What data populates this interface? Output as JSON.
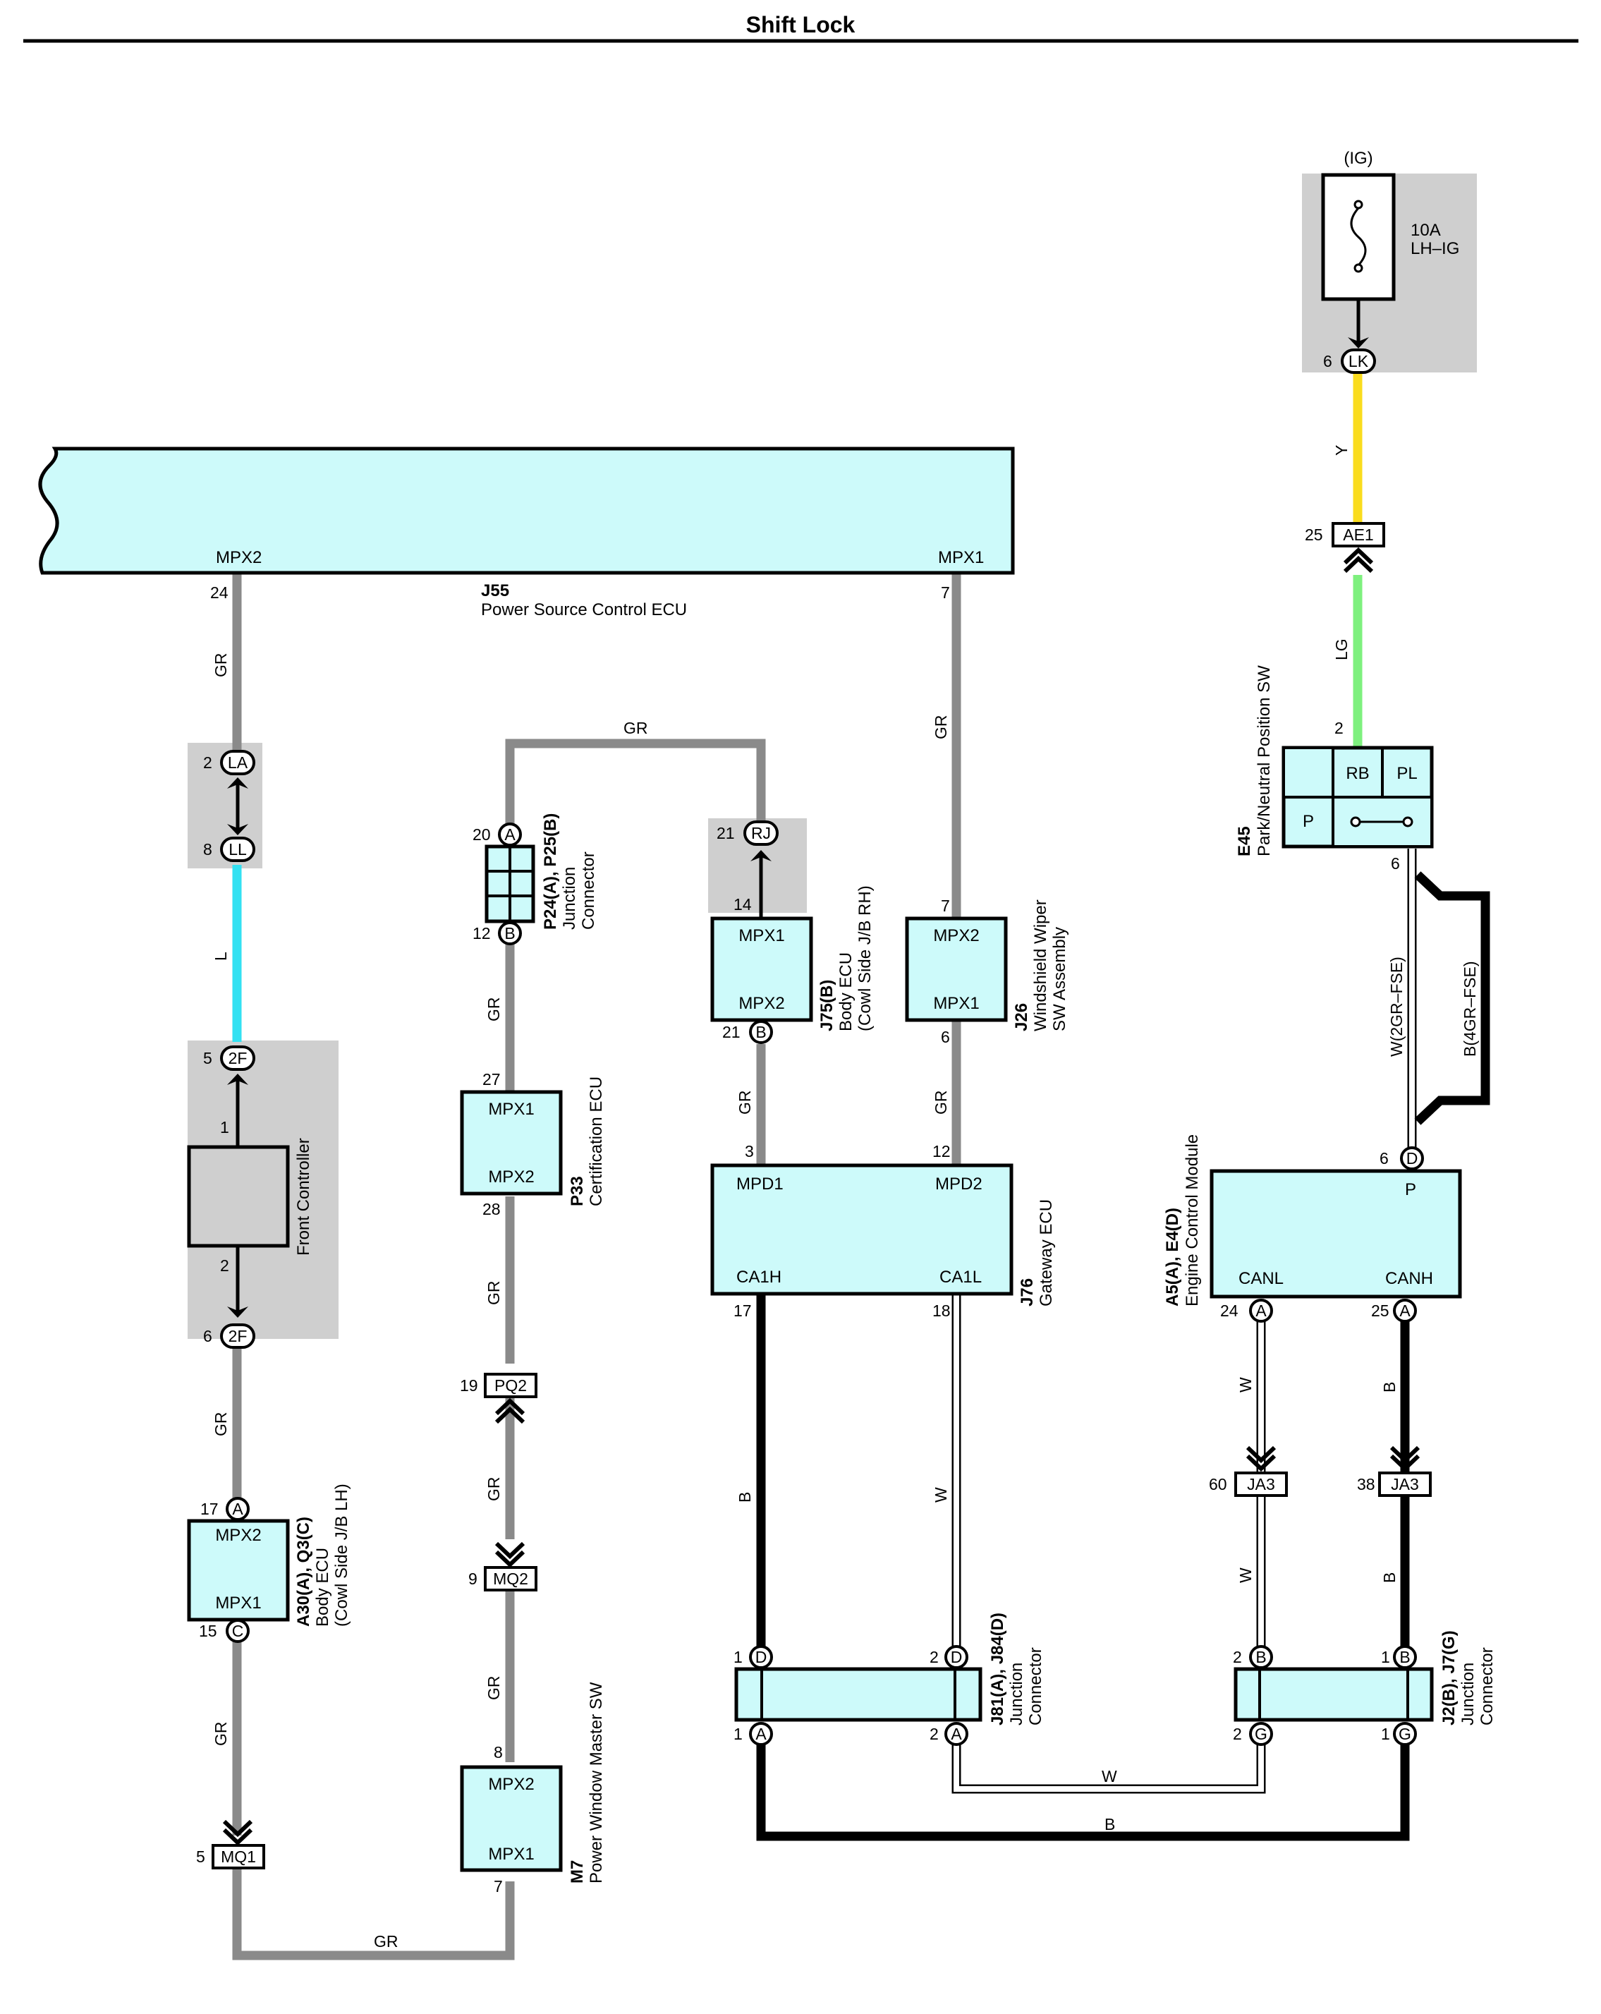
{
  "title": "Shift Lock",
  "colors": {
    "GR": "#8a8a8a",
    "L": "#33e1f2",
    "Y": "#fadc1e",
    "LG": "#7ef07e",
    "B": "#000000",
    "W": "#ffffff",
    "component_fill": "#cdfafa",
    "group_fill": "#cfcfcf"
  },
  "fuse": {
    "supply": "(IG)",
    "rating": "10A",
    "name": "LH–IG",
    "connector": "LK",
    "pin": "6"
  },
  "components": {
    "j55": {
      "id": "J55",
      "name": "Power Source Control ECU",
      "term_left": "MPX2",
      "pin_left": "24",
      "term_right": "MPX1",
      "pin_right": "7"
    },
    "front_controller": {
      "name": "Front Controller",
      "pin_top": "1",
      "pin_bottom": "2",
      "conn_top": "2F",
      "conn_top_pin": "5",
      "conn_bot": "2F",
      "conn_bot_pin": "6"
    },
    "a30": {
      "id": "A30(A), Q3(C)",
      "name1": "Body ECU",
      "name2": "(Cowl Side J/B LH)",
      "term_top": "MPX2",
      "term_bot": "MPX1",
      "pin_top": "17",
      "ring_top": "A",
      "pin_bot": "15",
      "ring_bot": "C"
    },
    "p24": {
      "id": "P24(A), P25(B)",
      "name1": "Junction",
      "name2": "Connector",
      "pin_top": "20",
      "ring_top": "A",
      "pin_bot": "12",
      "ring_bot": "B"
    },
    "p33": {
      "id": "P33",
      "name": "Certification ECU",
      "term_top": "MPX1",
      "term_bot": "MPX2",
      "pin_top": "27",
      "pin_bot": "28"
    },
    "m7": {
      "id": "M7",
      "name": "Power Window Master SW",
      "term_top": "MPX2",
      "term_bot": "MPX1",
      "pin_top": "8",
      "pin_bot": "7"
    },
    "j75": {
      "id": "J75(B)",
      "name1": "Body ECU",
      "name2": "(Cowl Side J/B RH)",
      "term_top": "MPX1",
      "term_bot": "MPX2",
      "pin_top": "14",
      "pin_bot": "21",
      "ring_bot": "B",
      "conn": "RJ",
      "conn_pin": "21"
    },
    "j26": {
      "id": "J26",
      "name1": "Windshield Wiper",
      "name2": "SW Assembly",
      "term_top": "MPX2",
      "term_bot": "MPX1",
      "pin_top": "7",
      "pin_bot": "6"
    },
    "j76": {
      "id": "J76",
      "name": "Gateway ECU",
      "t1": "MPD1",
      "t2": "MPD2",
      "t3": "CA1H",
      "t4": "CA1L",
      "p1": "3",
      "p2": "12",
      "p3": "17",
      "p4": "18"
    },
    "j81": {
      "id": "J81(A), J84(D)",
      "name1": "Junction",
      "name2": "Connector",
      "p1": "1",
      "r1": "D",
      "p2": "2",
      "r2": "D",
      "p3": "1",
      "r3": "A",
      "p4": "2",
      "r4": "A"
    },
    "a5": {
      "id": "A5(A), E4(D)",
      "name": "Engine Control Module",
      "t_top": "P",
      "t_canl": "CANL",
      "t_canh": "CANH",
      "p_top": "6",
      "r_top": "D",
      "p_canl": "24",
      "r_canl": "A",
      "p_canh": "25",
      "r_canh": "A"
    },
    "e45": {
      "id": "E45",
      "name": "Park/Neutral Position SW",
      "rb": "RB",
      "pl": "PL",
      "p": "P",
      "pin_top": "2",
      "pin_bot": "6"
    },
    "j2": {
      "id": "J2(B), J7(G)",
      "name1": "Junction",
      "name2": "Connector",
      "p1": "2",
      "r1": "B",
      "p2": "1",
      "r2": "B",
      "p3": "2",
      "r3": "G",
      "p4": "1",
      "r4": "G"
    }
  },
  "connectors": {
    "la": {
      "name": "LA",
      "pin": "2"
    },
    "ll": {
      "name": "LL",
      "pin": "8"
    },
    "mq1": {
      "name": "MQ1",
      "pin": "5"
    },
    "pq2": {
      "name": "PQ2",
      "pin": "19"
    },
    "mq2": {
      "name": "MQ2",
      "pin": "9"
    },
    "ae1": {
      "name": "AE1",
      "pin": "25"
    },
    "ja3_w": {
      "name": "JA3",
      "pin": "60"
    },
    "ja3_b": {
      "name": "JA3",
      "pin": "38"
    }
  },
  "wires": {
    "gr": "GR",
    "l": "L",
    "y": "Y",
    "lg": "LG",
    "b": "B",
    "w": "W",
    "w_2gr": "W(2GR–FSE)",
    "b_4gr": "B(4GR–FSE)"
  }
}
